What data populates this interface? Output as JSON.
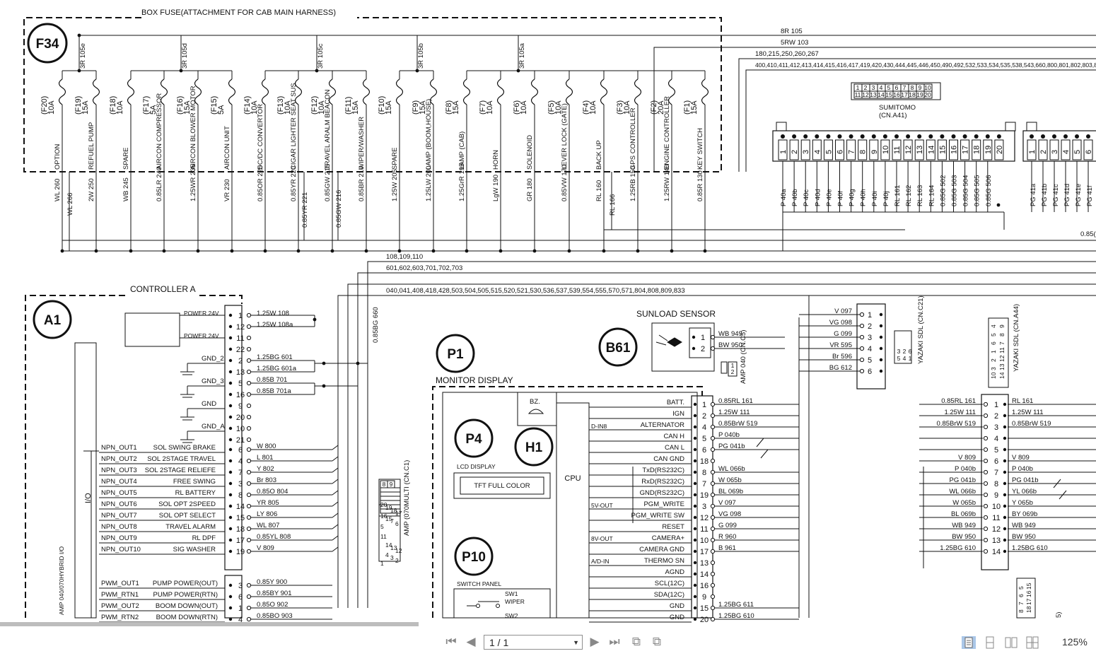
{
  "diagram": {
    "fuse_box": {
      "id": "F34",
      "title": "BOX FUSE(ATTACHMENT FOR CAB MAIN HARNESS)",
      "feeds": [
        "3R 105e",
        "3R 105d",
        "3R 105c",
        "3R 105b",
        "3R 105a"
      ],
      "fuses": [
        {
          "code": "(F20)",
          "amp": "10A",
          "load": "OPTION",
          "wire": "WL 260"
        },
        {
          "code": "(F19)",
          "amp": "15A",
          "load": "REFUEL PUMP",
          "wire": "2W 250"
        },
        {
          "code": "(F18)",
          "amp": "10A",
          "load": "SPARE",
          "wire": "WB 245"
        },
        {
          "code": "(F17)",
          "amp": "5A",
          "load": "AIRCON COMPRESSOR",
          "wire": "0.85LR 240"
        },
        {
          "code": "(F16)",
          "amp": "15A",
          "load": "AIRCON BLOWER MOTOR",
          "wire": "1.25WR 235"
        },
        {
          "code": "(F15)",
          "amp": "5A",
          "load": "AIRCON UNIT",
          "wire": "VR 230"
        },
        {
          "code": "(F14)",
          "amp": "10A",
          "load": "DC/DC CONVERTOR",
          "wire": "0.85OR 225"
        },
        {
          "code": "(F13)",
          "amp": "10A",
          "load": "CIGAR LIGHTER SEAT SUS",
          "wire": "0.85YR 220"
        },
        {
          "code": "(F12)",
          "amp": "10A",
          "load": "TRAVEL ARALM BEACON",
          "wire": "0.85GW 215"
        },
        {
          "code": "(F11)",
          "amp": "15A",
          "load": "WIPER/WASHER",
          "wire": "0.85BR 210"
        },
        {
          "code": "(F10)",
          "amp": "15A",
          "load": "SPARE",
          "wire": "1.25W 205"
        },
        {
          "code": "(F9)",
          "amp": "15A",
          "load": "LAMP (BOOM,HOUSE)",
          "wire": "1.25LW 200"
        },
        {
          "code": "(F8)",
          "amp": "15A",
          "load": "LAMP (CAB)",
          "wire": "1.25GrR 195"
        },
        {
          "code": "(F7)",
          "amp": "10A",
          "load": "HORN",
          "wire": "LgW 190"
        },
        {
          "code": "(F6)",
          "amp": "10A",
          "load": "SOLENOID",
          "wire": "GR 180"
        },
        {
          "code": "(F5)",
          "amp": "10A",
          "load": "LEVER LOCK (GATE)",
          "wire": "0.85VW 170"
        },
        {
          "code": "(F4)",
          "amp": "10A",
          "load": "BACK UP",
          "wire": "RL 160"
        },
        {
          "code": "(F3)",
          "amp": "10A",
          "load": "GPS CONTROLLER",
          "wire": "1.25RB 150"
        },
        {
          "code": "(F2)",
          "amp": "20A",
          "load": "ENGINE CONTROLLER",
          "wire": "1.25RW 140"
        },
        {
          "code": "(F1)",
          "amp": "15A",
          "load": "KEY SWITCH",
          "wire": "0.85R 130"
        }
      ],
      "extra_wires": [
        "WL 266",
        "0.85YR 221",
        "0.85GW 216",
        "RL 166"
      ]
    },
    "bus_labels": [
      "8R 105",
      "5RW 103",
      "180,215,250,260,267",
      "400,410,411,412,413,414,415,416,417,419,420,430,444,445,446,450,490,492,532,533,534,535,538,543,660,800,801,802,803,8",
      "108,109,110",
      "601,602,603,701,702,703",
      "040,041,408,418,428,503,504,505,515,520,521,530,536,537,539,554,555,570,571,804,808,809,833"
    ],
    "sumitomo": {
      "title": "SUMITOMO",
      "subtitle": "(CN.A41)",
      "key_top": [
        "1",
        "2",
        "3",
        "4",
        "5",
        "6",
        "7",
        "8",
        "9",
        "10"
      ],
      "key_bottom": [
        "11",
        "12",
        "13",
        "14",
        "15",
        "16",
        "17",
        "18",
        "19",
        "20"
      ],
      "pins": [
        "1",
        "2",
        "3",
        "4",
        "5",
        "6",
        "7",
        "8",
        "9",
        "10",
        "11",
        "12",
        "13",
        "14",
        "15",
        "16",
        "17",
        "18",
        "19",
        "20"
      ],
      "wires": [
        "P 40a",
        "P 40b",
        "P 40c",
        "P 40d",
        "P 40e",
        "P 40f",
        "P 40g",
        "P 40h",
        "P 40i",
        "P 40j",
        "RL 161",
        "RL 162",
        "RL 163",
        "RL 164",
        "0.85G 502",
        "0.85G 503",
        "0.85G 504",
        "0.85G 505",
        "0.85G 506"
      ]
    },
    "right_conn": {
      "pins": [
        "1",
        "2",
        "3",
        "4",
        "5",
        "6"
      ],
      "wires": [
        "PG 41a",
        "PG 41b",
        "PG 41c",
        "PG 41d",
        "PG 41e",
        "PG 41f"
      ],
      "edge_text": "0.85("
    },
    "controller": {
      "id": "A1",
      "title": "CONTROLLER A",
      "power_label": "POWER 24V",
      "gnd_labels": [
        "GND_2",
        "GND_3",
        "GND",
        "GND_A"
      ],
      "io_label": "I/O",
      "amp_label": "AMP 040/070HYBRID I/O",
      "pins_top": [
        "1",
        "12",
        "11",
        "22",
        "2",
        "13",
        "5",
        "16",
        "9",
        "20",
        "10",
        "21"
      ],
      "wires_top": [
        "1.25W 108",
        "1.25W 108a",
        "",
        "",
        "1.25BG 601",
        "1.25BG 601a",
        "0.85B 701",
        "0.85B 701a"
      ],
      "vert_wire": "0.85BG 660",
      "outputs": [
        {
          "sig": "NPN_OUT1",
          "fn": "SOL SWING BRAKE",
          "pin": "6",
          "wire": "W 800"
        },
        {
          "sig": "NPN_OUT2",
          "fn": "SOL 2STAGE TRAVEL",
          "pin": "4",
          "wire": "L 801"
        },
        {
          "sig": "NPN_OUT3",
          "fn": "SOL 2STAGE RELIEFE",
          "pin": "7",
          "wire": "Y 802"
        },
        {
          "sig": "NPN_OUT4",
          "fn": "FREE SWING",
          "pin": "3",
          "wire": "Br 803"
        },
        {
          "sig": "NPN_OUT5",
          "fn": "RL BATTERY",
          "pin": "8",
          "wire": "0.85O 804"
        },
        {
          "sig": "NPN_OUT6",
          "fn": "SOL OPT 2SPEED",
          "pin": "14",
          "wire": "YR 805"
        },
        {
          "sig": "NPN_OUT7",
          "fn": "SOL OPT SELECT",
          "pin": "15",
          "wire": "LY 806"
        },
        {
          "sig": "NPN_OUT8",
          "fn": "TRAVEL ALARM",
          "pin": "18",
          "wire": "WL 807"
        },
        {
          "sig": "NPN_OUT9",
          "fn": "RL DPF",
          "pin": "17",
          "wire": "0.85YL 808"
        },
        {
          "sig": "NPN_OUT10",
          "fn": "SIG WASHER",
          "pin": "19",
          "wire": "V 809"
        }
      ],
      "pwm": [
        {
          "sig": "PWM_OUT1",
          "fn": "PUMP POWER(OUT)",
          "pin": "3",
          "wire": "0.85Y 900"
        },
        {
          "sig": "PWM_RTN1",
          "fn": "PUMP POWER(RTN)",
          "pin": "6",
          "wire": "0.85BY 901"
        },
        {
          "sig": "PWM_OUT2",
          "fn": "BOOM DOWN(OUT)",
          "pin": "1",
          "wire": "0.85O 902"
        },
        {
          "sig": "PWM_RTN2",
          "fn": "BOOM DOWN(RTN)",
          "pin": "4",
          "wire": "0.85BO 903"
        }
      ]
    },
    "amp_c1": {
      "top": [
        "8",
        "9"
      ],
      "mid": [
        "20",
        "19",
        "18",
        "17",
        "16",
        "15"
      ],
      "low": [
        "7",
        "6",
        "5"
      ],
      "bot": [
        "14",
        "13",
        "12",
        "11"
      ],
      "last": [
        "4",
        "3",
        "2",
        "1"
      ],
      "label": "AMP (070MULTI (CN.C1)"
    },
    "monitor": {
      "p1": "P1",
      "title": "MONITOR DISPLAY",
      "p4": "P4",
      "h1": "H1",
      "bz": "BZ.",
      "lcd_label": "LCD DISPLAY",
      "tft": "TFT FULL COLOR",
      "cpu": "CPU",
      "p10": "P10",
      "switch_panel": "SWITCH PANEL",
      "sw1": "SW1",
      "wiper": "WIPER",
      "sw2": "SW2",
      "groups": [
        "D-IN8",
        "5V-OUT",
        "8V-OUT",
        "A/D-IN"
      ],
      "pins": [
        {
          "label": "BATT.",
          "pin": "1",
          "wire": "0.85RL 161"
        },
        {
          "label": "IGN",
          "pin": "2",
          "wire": "1.25W 111"
        },
        {
          "label": "ALTERNATOR",
          "pin": "4",
          "wire": "0.85BrW 519"
        },
        {
          "label": "CAN H",
          "pin": "5",
          "wire": "P 040b"
        },
        {
          "label": "CAN L",
          "pin": "6",
          "wire": "PG 041b"
        },
        {
          "label": "CAN GND",
          "pin": "18",
          "wire": ""
        },
        {
          "label": "TxD(RS232C)",
          "pin": "8",
          "wire": "WL 066b"
        },
        {
          "label": "RxD(RS232C)",
          "pin": "7",
          "wire": "W 065b"
        },
        {
          "label": "GND(RS232C)",
          "pin": "19",
          "wire": "BL 069b"
        },
        {
          "label": "PGM_WRITE",
          "pin": "3",
          "wire": "V 097"
        },
        {
          "label": "PGM_WRITE SW",
          "pin": "12",
          "wire": "VG 098"
        },
        {
          "label": "RESET",
          "pin": "11",
          "wire": "G 099"
        },
        {
          "label": "CAMERA+",
          "pin": "10",
          "wire": "R 960"
        },
        {
          "label": "CAMERA GND",
          "pin": "17",
          "wire": "B 961"
        },
        {
          "label": "THERMO SN",
          "pin": "13",
          "wire": ""
        },
        {
          "label": "AGND",
          "pin": "14",
          "wire": ""
        },
        {
          "label": "SCL(12C)",
          "pin": "16",
          "wire": ""
        },
        {
          "label": "SDA(12C)",
          "pin": "9",
          "wire": ""
        },
        {
          "label": "GND",
          "pin": "15",
          "wire": "1.25BG 611"
        },
        {
          "label": "GND",
          "pin": "20",
          "wire": "1.25BG 610"
        }
      ]
    },
    "sunload": {
      "id": "B61",
      "title": "SUNLOAD SENSOR",
      "pins": [
        "1",
        "2"
      ],
      "wires": [
        "WB 949",
        "BW 950"
      ],
      "amp_key": [
        "1",
        "2"
      ],
      "amp_label": "AMP 040 (CN.C5)"
    },
    "yazaki_c21": {
      "pins": [
        "1",
        "2",
        "3",
        "4",
        "5",
        "6"
      ],
      "wires": [
        "V 097",
        "VG 098",
        "G 099",
        "VR 595",
        "Br 596",
        "BG 612"
      ],
      "key": [
        "3",
        "2",
        "6",
        "5",
        "4",
        "1"
      ],
      "label": "YAZAKI SDL (CN.C21)"
    },
    "yazaki_a44": {
      "key": [
        "4",
        "5",
        "6",
        "1",
        "2",
        "3",
        "10",
        "9",
        "8",
        "7",
        "11",
        "12",
        "13",
        "14"
      ],
      "label": "YAZAKI SDL (CN.A44)",
      "pins": [
        "1",
        "2",
        "3",
        "4",
        "5",
        "6",
        "7",
        "8",
        "9",
        "10",
        "11",
        "12",
        "13",
        "14"
      ],
      "left_wires": [
        "0.85RL 161",
        "1.25W 111",
        "0.85BrW 519",
        "",
        "",
        "V 809",
        "P 040b",
        "PG 041b",
        "WL 066b",
        "W 065b",
        "BL 069b",
        "WB 949",
        "BW 950",
        "1.25BG 610"
      ],
      "right_wires": [
        "RL 161",
        "1.25W 111",
        "0.85BrW 519",
        "",
        "",
        "V 809",
        "P 040b",
        "PG 041b",
        "YL 066b",
        "Y 065b",
        "BY 069b",
        "WB 949",
        "BW 950",
        "1.25BG 610"
      ]
    },
    "corner_key": [
      "5",
      "6",
      "7",
      "8",
      "15",
      "16",
      "17",
      "18"
    ],
    "corner_edge": "5)"
  },
  "viewer": {
    "page_value": "1 / 1",
    "zoom": "125%"
  }
}
